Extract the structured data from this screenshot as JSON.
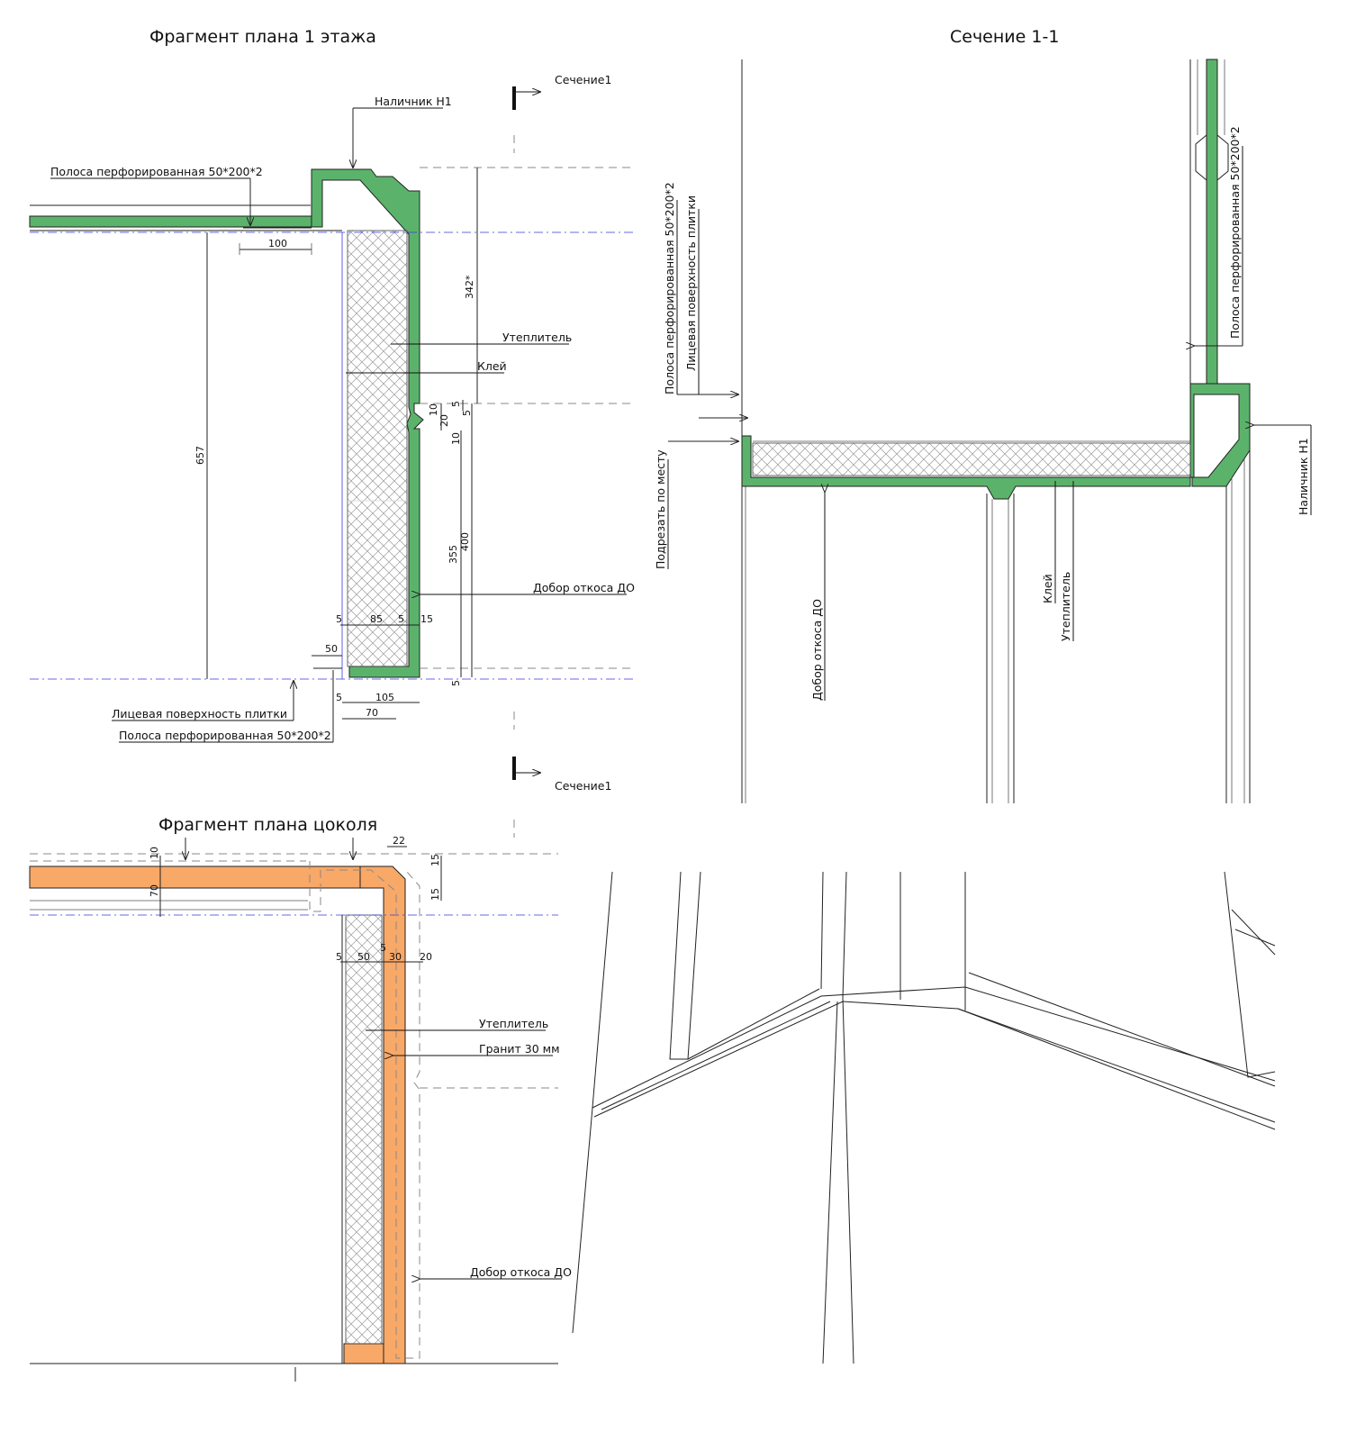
{
  "titles": {
    "plan1": "Фрагмент плана 1 этажа",
    "section": "Сечение 1-1",
    "plinth": "Фрагмент плана цоколя"
  },
  "section_marks": {
    "top": "Сечение1",
    "bottom": "Сечение1"
  },
  "plan1_labels": {
    "casing": "Наличник Н1",
    "strip_top": "Полоса перфорированная 50*200*2",
    "insulation": "Утеплитель",
    "glue": "Клей",
    "slope_extension": "Добор откоса ДО",
    "tile_face": "Лицевая поверхность плитки",
    "strip_bottom": "Полоса перфорированная 50*200*2"
  },
  "plan1_dims": {
    "d100": "100",
    "d342": "342*",
    "d657": "657",
    "d5a": "5",
    "d5b": "5",
    "d10a": "10",
    "d20": "20",
    "d10b": "10",
    "d355": "355",
    "d400": "400",
    "d5c": "5",
    "d85": "85",
    "d5d": "5",
    "d15": "15",
    "d50": "50",
    "d5e": "5",
    "d5f": "5",
    "d105": "105",
    "d70": "70"
  },
  "section_labels": {
    "strip": "Полоса перфорированная 50*200*2",
    "tile_face": "Лицевая поверхность плитки",
    "trim": "Подрезать по месту",
    "slope_extension": "Добор откоса ДО",
    "glue": "Клей",
    "insulation": "Утеплитель",
    "casing": "Наличник Н1",
    "strip_right": "Полоса перфорированная 50*200*2"
  },
  "plinth_labels": {
    "insulation": "Утеплитель",
    "granite": "Гранит 30 мм",
    "slope_extension": "Добор откоса ДО"
  },
  "plinth_dims": {
    "d10": "10",
    "d70": "70",
    "d22": "22",
    "d15a": "15",
    "d15b": "15",
    "d5a": "5",
    "d50": "50",
    "d5b": "5",
    "d30": "30",
    "d20": "20"
  },
  "colors": {
    "green": "#5bb36b",
    "orange": "#f8a867",
    "hatch": "#9a9a9a",
    "line": "#222222"
  }
}
